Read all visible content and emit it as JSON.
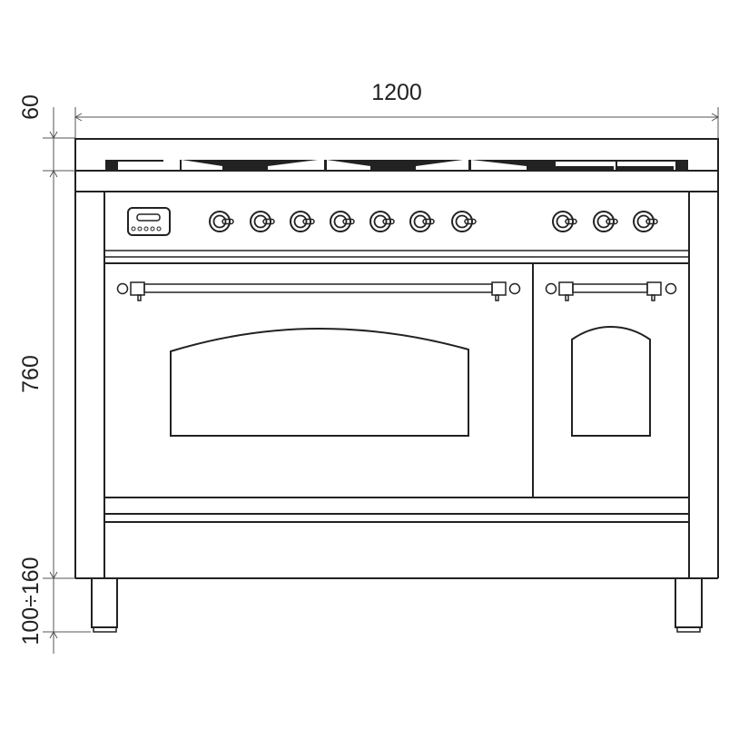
{
  "diagram": {
    "type": "technical-drawing",
    "subject": "range-cooker-front-elevation",
    "colors": {
      "line": "#222222",
      "dim_line": "#555555",
      "background": "#ffffff"
    },
    "dimensions": {
      "width_label": "1200",
      "cooktop_height_label": "60",
      "body_height_label": "760",
      "leg_height_label": "100÷160"
    },
    "control_panel": {
      "timer_display": {
        "buttons": 5
      },
      "knobs_left_group": 7,
      "knobs_right_group": 3
    },
    "cooktop": {
      "burner_grate_segments": 4
    },
    "ovens": [
      {
        "name": "main-oven",
        "window_shape": "arched-wide"
      },
      {
        "name": "auxiliary-oven",
        "window_shape": "arched-narrow"
      }
    ],
    "legs": 2
  }
}
